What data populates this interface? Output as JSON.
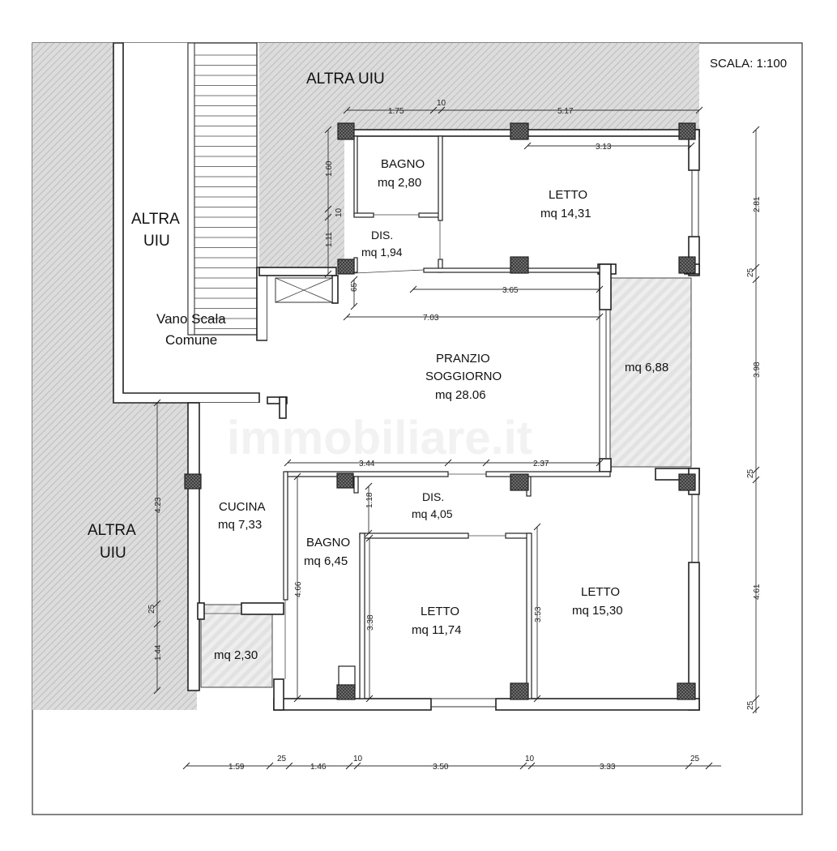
{
  "scale": "SCALA: 1:100",
  "labels": {
    "altra_top": "ALTRA UIU",
    "altra_left_1": "ALTRA",
    "altra_left_2": "UIU",
    "altra_bl_1": "ALTRA",
    "altra_bl_2": "UIU",
    "vano_1": "Vano Scala",
    "vano_2": "Comune"
  },
  "rooms": {
    "bagno1": {
      "name": "BAGNO",
      "area": "mq 2,80"
    },
    "letto1": {
      "name": "LETTO",
      "area": "mq 14,31"
    },
    "dis1": {
      "name": "DIS.",
      "area": "mq 1,94"
    },
    "pranzo": {
      "name1": "PRANZIO",
      "name2": "SOGGIORNO",
      "area": "mq 28.06"
    },
    "terrazzo1": {
      "area": "mq 6,88"
    },
    "cucina": {
      "name": "CUCINA",
      "area": "mq 7,33"
    },
    "dis2": {
      "name": "DIS.",
      "area": "mq 4,05"
    },
    "bagno2": {
      "name": "BAGNO",
      "area": "mq 6,45"
    },
    "letto2": {
      "name": "LETTO",
      "area": "mq 11,74"
    },
    "letto3": {
      "name": "LETTO",
      "area": "mq 15,30"
    },
    "terrazzo2": {
      "area": "mq 2,30"
    }
  },
  "dims": {
    "top_175": "1.75",
    "top_10": "10",
    "top_517": "5.17",
    "d_313": "3.13",
    "v_160": "1.60",
    "v_10": "10",
    "v_111": "1.11",
    "v_65": "65",
    "d_365": "3.65",
    "d_703": "7.03",
    "d_344": "3.44",
    "d_237": "2.37",
    "v_118": "1.18",
    "v_423": "4.23",
    "v_25a": "25",
    "v_144": "1.44",
    "v_466": "4.66",
    "v_338": "3.38",
    "v_353": "3.53",
    "r_281": "2.81",
    "r_25a": "25",
    "r_398": "3.98",
    "r_25b": "25",
    "r_461": "4.61",
    "r_25c": "25",
    "b_159": "1.59",
    "b_25a": "25",
    "b_146": "1.46",
    "b_10a": "10",
    "b_350": "3.50",
    "b_10b": "10",
    "b_333": "3.33",
    "b_25b": "25"
  }
}
